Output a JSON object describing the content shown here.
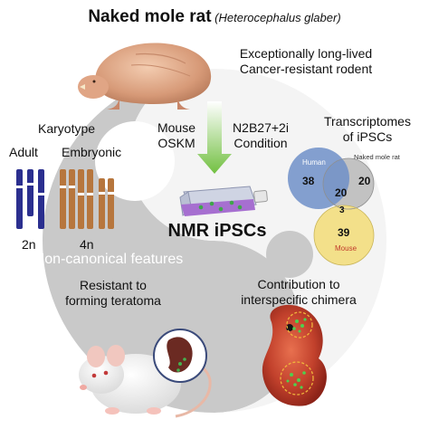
{
  "title": {
    "main": "Naked mole rat",
    "sci_open": " (",
    "sci": "Heterocephalus glaber",
    "sci_close": ")"
  },
  "features": {
    "line1": "Exceptionally long-lived",
    "line2": "Cancer-resistant rodent"
  },
  "karyotype": {
    "heading": "Karyotype",
    "adult": "Adult",
    "embryonic": "Embryonic",
    "ploidy_adult": "2n",
    "ploidy_embryonic": "4n"
  },
  "reprogramming": {
    "factors_line1": "Mouse",
    "factors_line2": "OSKM",
    "condition_line1": "N2B27+2i",
    "condition_line2": "Condition"
  },
  "cells_label": "NMR iPSCs",
  "noncanonical_label": "Non-canonical features",
  "teratoma": {
    "line1": "Resistant to",
    "line2": "forming teratoma"
  },
  "chimera": {
    "line1": "Contribution to",
    "line2": "interspecific chimera"
  },
  "transcriptomes": {
    "heading_line1": "Transcriptomes",
    "heading_line2": "of iPSCs",
    "sets": [
      "Human",
      "Naked mole rat",
      "Mouse"
    ],
    "counts": {
      "human_only": "38",
      "nmr_only": "20",
      "human_nmr": "20",
      "all_three": "3",
      "mouse_only": "39"
    }
  },
  "colors": {
    "yin_gray": "#c9c9c9",
    "arrow_green": "#72c041",
    "chromosome_adult": "#2b2f8f",
    "chromosome_embryonic": "#b7763d",
    "venn_human": "#6f8fc8",
    "venn_nmr": "#b9b9b9",
    "venn_mouse": "#f3e08a",
    "flask_purple": "#a66fd0"
  },
  "icons": [
    "mole-rat-photo",
    "mouse-photo",
    "teratoma-icon",
    "embryo-photo",
    "culture-flask-icon"
  ]
}
